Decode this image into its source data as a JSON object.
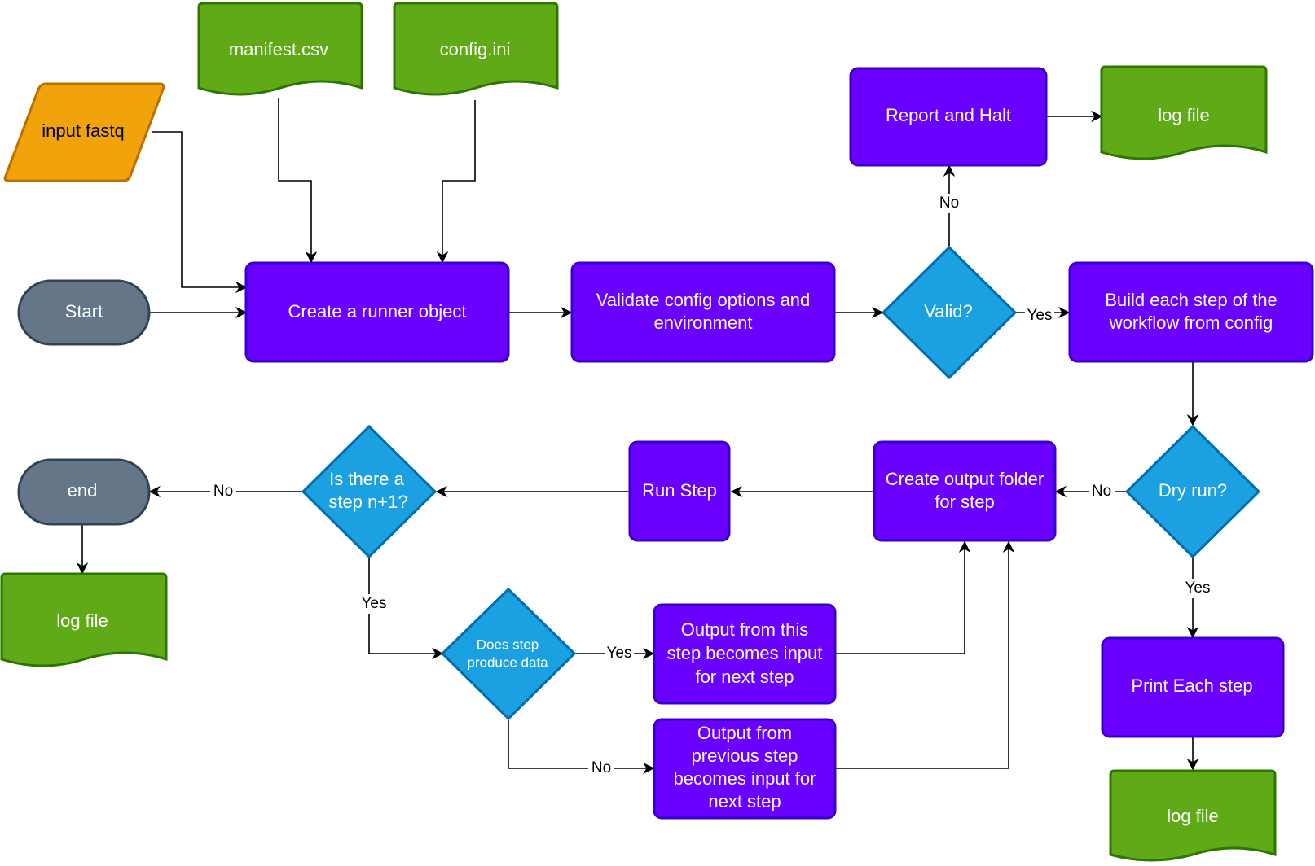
{
  "colors": {
    "process": "#6a00ff",
    "process_stroke": "#3700cc",
    "decision": "#1ba1e2",
    "decision_stroke": "#006eaf",
    "document": "#60a917",
    "document_stroke": "#2d7600",
    "terminal": "#647687",
    "terminal_stroke": "#314354",
    "input": "#f0a30a",
    "input_stroke": "#bd7000"
  },
  "nodes": {
    "manifest": "manifest.csv",
    "config": "config.ini",
    "input_fastq": "input fastq",
    "start": "Start",
    "create_runner": "Create a runner object",
    "validate": [
      "Validate config options and",
      "environment"
    ],
    "valid": "Valid?",
    "report_halt": "Report and Halt",
    "log_top": "log file",
    "build_steps": [
      "Build each step of the",
      "workflow from config"
    ],
    "dry_run": "Dry run?",
    "create_output": [
      "Create output folder",
      "for step"
    ],
    "run_step": "Run Step",
    "step_n1": [
      "Is there a",
      "step n+1?"
    ],
    "end": "end",
    "log_left": "log file",
    "produce_data": [
      "Does step",
      "produce data"
    ],
    "output_this": [
      "Output from this",
      "step becomes input",
      "for next step"
    ],
    "output_prev": [
      "Output from",
      "previous step",
      "becomes input for",
      "next step"
    ],
    "print_each": "Print Each step",
    "log_bottom": "log file"
  },
  "edge_labels": {
    "valid_no": "No",
    "valid_yes": "Yes",
    "dry_no": "No",
    "dry_yes": "Yes",
    "step_no": "No",
    "step_yes": "Yes",
    "data_yes": "Yes",
    "data_no": "No"
  }
}
